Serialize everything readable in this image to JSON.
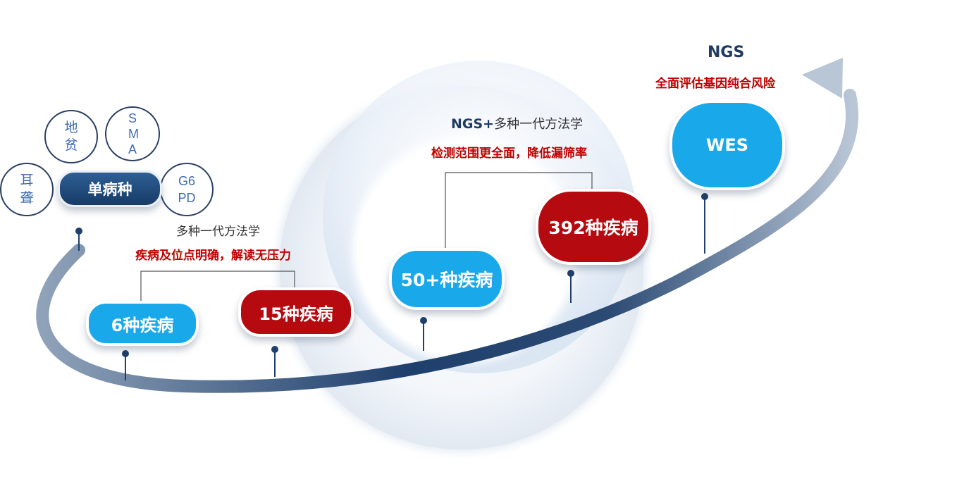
{
  "start_cluster": {
    "center_label": "单病种",
    "tags": [
      "耳聋",
      "地贫",
      "SMA",
      "G6PD"
    ]
  },
  "stage1": {
    "title": "多种一代方法学",
    "subtitle": "疾病及位点明确，解读无压力",
    "pills": [
      "6种疾病",
      "15种疾病"
    ]
  },
  "stage2": {
    "title_prefix": "NGS+",
    "title_suffix": "多种一代方法学",
    "subtitle": "检测范围更全面，降低漏筛率",
    "pills": [
      "50+种疾病",
      "392种疾病"
    ]
  },
  "stage3": {
    "title": "NGS",
    "subtitle": "全面评估基因纯合风险",
    "pill": "WES"
  },
  "colors": {
    "blue": "#19a9ea",
    "red": "#b50a10",
    "navy": "#1f3b63",
    "subtitle_red": "#c00000"
  }
}
